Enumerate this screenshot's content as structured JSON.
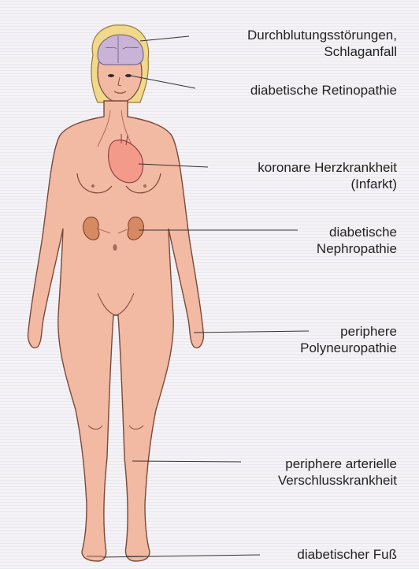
{
  "labels": {
    "stroke": [
      "Durchblutungsstörungen,",
      "Schlaganfall"
    ],
    "retinopathy": [
      "diabetische Retinopathie"
    ],
    "heart": [
      "koronare Herzkrankheit",
      "(Infarkt)"
    ],
    "nephropathy": [
      "diabetische",
      "Nephropathie"
    ],
    "neuropathy": [
      "periphere",
      "Polyneuropathie"
    ],
    "pad": [
      "periphere arterielle",
      "Verschlusskrankheit"
    ],
    "foot": [
      "diabetischer Fuß"
    ]
  },
  "colors": {
    "skin": "#f2b9a3",
    "skin_outline": "#7a4a3a",
    "hair": "#f0d98a",
    "brain": "#c9b3d6",
    "heart": "#f39a8a",
    "kidney": "#d58a62"
  }
}
